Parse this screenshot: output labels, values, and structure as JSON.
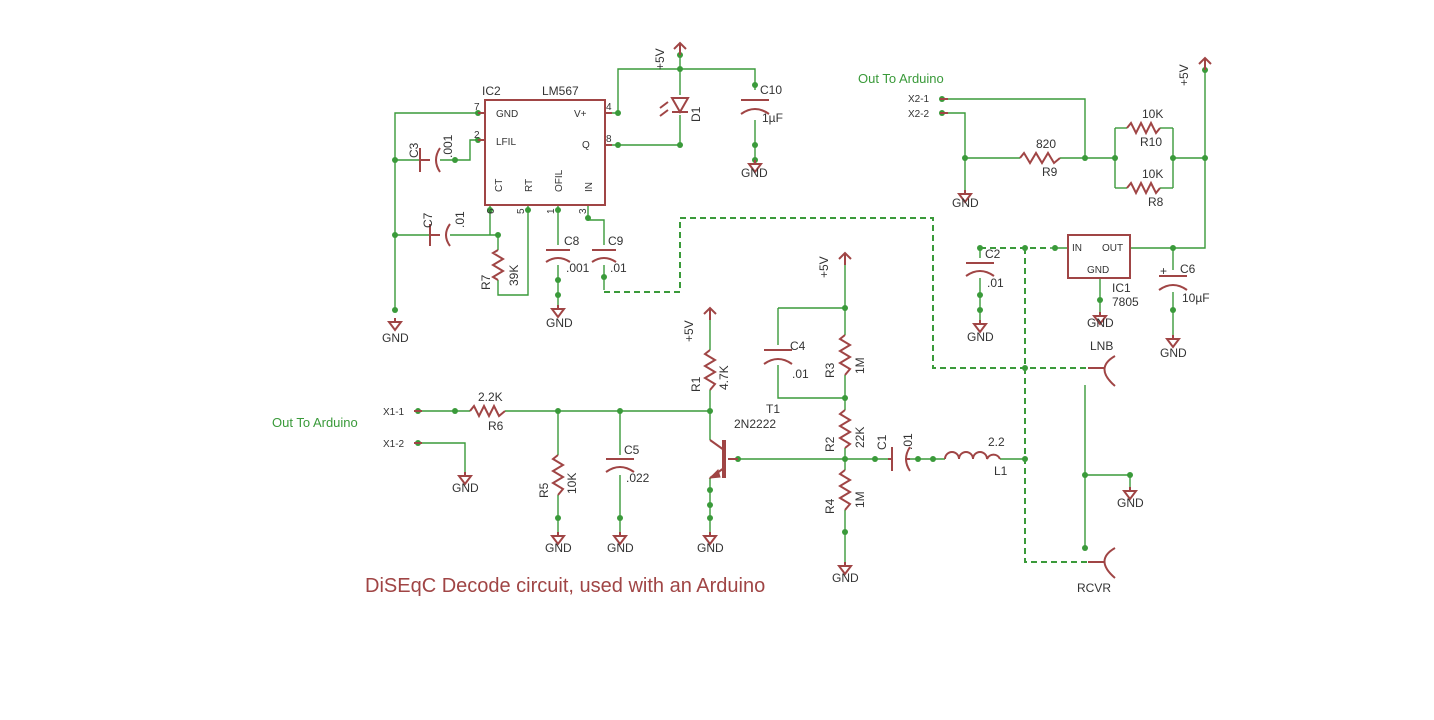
{
  "title": "DiSEqC Decode circuit, used with an Arduino",
  "colors": {
    "wire": "#3a9a3a",
    "component": "#a04545",
    "text": "#333333"
  },
  "ic2": {
    "ref": "IC2",
    "part": "LM567",
    "pins": {
      "gnd": "GND",
      "lfil": "LFIL",
      "vplus": "V+",
      "q": "Q",
      "ct": "CT",
      "rt": "RT",
      "ofil": "OFIL",
      "in": "IN"
    },
    "pin_numbers": {
      "p7": "7",
      "p2": "2",
      "p4": "4",
      "p8": "8",
      "p6": "6",
      "p5": "5",
      "p1": "1",
      "p3": "3"
    }
  },
  "ic1": {
    "ref": "IC1",
    "part": "7805",
    "pins": {
      "in": "IN",
      "out": "OUT",
      "gnd": "GND"
    }
  },
  "components": {
    "c3": {
      "ref": "C3",
      "value": ".001"
    },
    "c7": {
      "ref": "C7",
      "value": ".01"
    },
    "r7": {
      "ref": "R7",
      "value": "39K"
    },
    "c8": {
      "ref": "C8",
      "value": ".001"
    },
    "c9": {
      "ref": "C9",
      "value": ".01"
    },
    "d1": {
      "ref": "D1"
    },
    "c10": {
      "ref": "C10",
      "value": "1µF"
    },
    "c2": {
      "ref": "C2",
      "value": ".01"
    },
    "c6": {
      "ref": "C6",
      "value": "10µF",
      "polarity": "+"
    },
    "r9": {
      "ref": "R9",
      "value": "820"
    },
    "r10": {
      "ref": "R10",
      "value": "10K"
    },
    "r8": {
      "ref": "R8",
      "value": "10K"
    },
    "r6": {
      "ref": "R6",
      "value": "2.2K"
    },
    "r5": {
      "ref": "R5",
      "value": "10K"
    },
    "c5": {
      "ref": "C5",
      "value": ".022"
    },
    "r1": {
      "ref": "R1",
      "value": "4.7K"
    },
    "t1": {
      "ref": "T1",
      "value": "2N2222"
    },
    "c4": {
      "ref": "C4",
      "value": ".01"
    },
    "r3": {
      "ref": "R3",
      "value": "1M"
    },
    "r2": {
      "ref": "R2",
      "value": "22K"
    },
    "r4": {
      "ref": "R4",
      "value": "1M"
    },
    "c1": {
      "ref": "C1",
      "value": ".01"
    },
    "l1": {
      "ref": "L1",
      "value": "2.2"
    }
  },
  "connectors": {
    "x2_label": "Out To Arduino",
    "x2_1": "X2-1",
    "x2_2": "X2-2",
    "x1_label": "Out To Arduino",
    "x1_1": "X1-1",
    "x1_2": "X1-2",
    "lnb": "LNB",
    "rcvr": "RCVR"
  },
  "supply": {
    "vcc": "+5V",
    "gnd": "GND"
  }
}
